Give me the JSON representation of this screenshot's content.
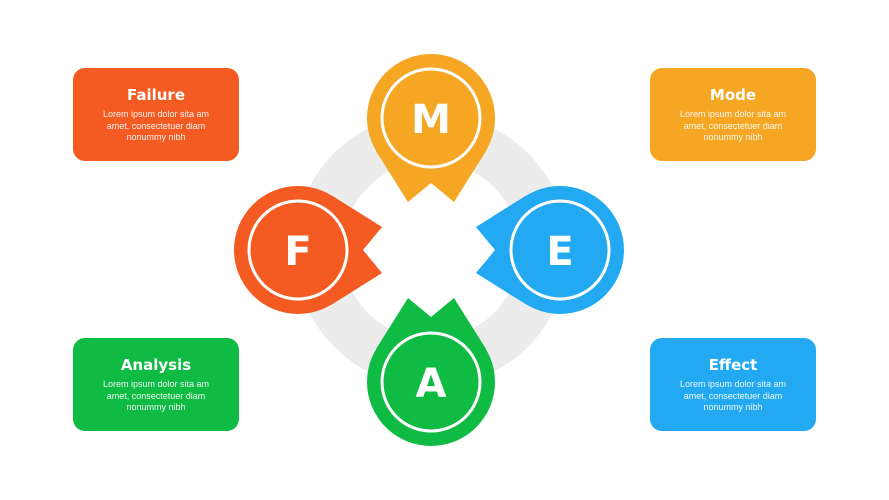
{
  "colors": {
    "failure": "#f35b22",
    "mode": "#f5a623",
    "effect": "#22a9f2",
    "analysis": "#0fbb42",
    "ring": "#ececec"
  },
  "letters": {
    "m": "M",
    "f": "F",
    "e": "E",
    "a": "A"
  },
  "boxes": [
    {
      "title": "Failure",
      "body": "Lorem ipsum dolor sita am amet, consectetuer diam nonummy  nibh"
    },
    {
      "title": "Mode",
      "body": "Lorem ipsum dolor sita am amet, consectetuer diam nonummy  nibh"
    },
    {
      "title": "Analysis",
      "body": "Lorem ipsum dolor sita am amet, consectetuer diam nonummy  nibh"
    },
    {
      "title": "Effect",
      "body": "Lorem ipsum dolor sita am amet, consectetuer diam nonummy  nibh"
    }
  ]
}
